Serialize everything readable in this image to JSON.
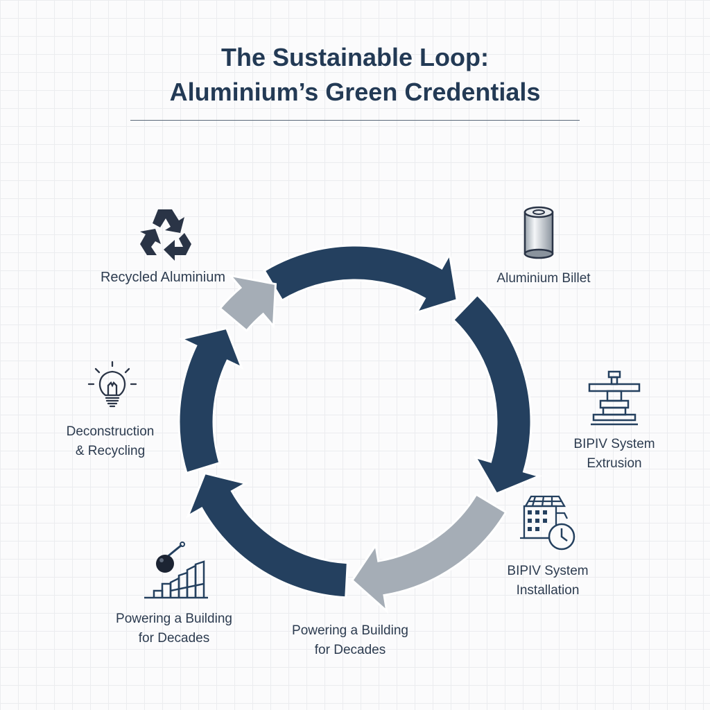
{
  "title": {
    "line1": "The Sustainable Loop:",
    "line2": "Aluminium’s Green Credentials"
  },
  "colors": {
    "dark_arrow": "#24405f",
    "light_arrow": "#a5adb6",
    "text": "#2c3b4f",
    "grid": "#ebecef"
  },
  "stages": [
    {
      "id": "recycled",
      "icon": "recycle-icon",
      "lines": [
        "Recycled Aluminium"
      ]
    },
    {
      "id": "billet",
      "icon": "aluminium-billet-icon",
      "lines": [
        "Aluminium Billet"
      ]
    },
    {
      "id": "extrusion",
      "icon": "extrusion-press-icon",
      "lines": [
        "BIPIV System",
        "Extrusion"
      ]
    },
    {
      "id": "installation",
      "icon": "building-clock-icon",
      "lines": [
        "BIPIV System",
        "Installation"
      ]
    },
    {
      "id": "powering-bottom",
      "icon": "",
      "lines": [
        "Powering a Building",
        "for Decades"
      ]
    },
    {
      "id": "powering-left",
      "icon": "wrecking-ball-icon",
      "lines": [
        "Powering a Building",
        "for Decades"
      ]
    },
    {
      "id": "deconstruction",
      "icon": "lightbulb-icon",
      "lines": [
        "Deconstruction",
        "& Recycling"
      ]
    }
  ],
  "arrows": [
    {
      "name": "arrow-top",
      "tone": "dark"
    },
    {
      "name": "arrow-right-upper",
      "tone": "dark"
    },
    {
      "name": "arrow-right-lower",
      "tone": "light"
    },
    {
      "name": "arrow-bottom",
      "tone": "dark"
    },
    {
      "name": "arrow-left-lower",
      "tone": "dark"
    },
    {
      "name": "arrow-left-upper",
      "tone": "light"
    }
  ]
}
